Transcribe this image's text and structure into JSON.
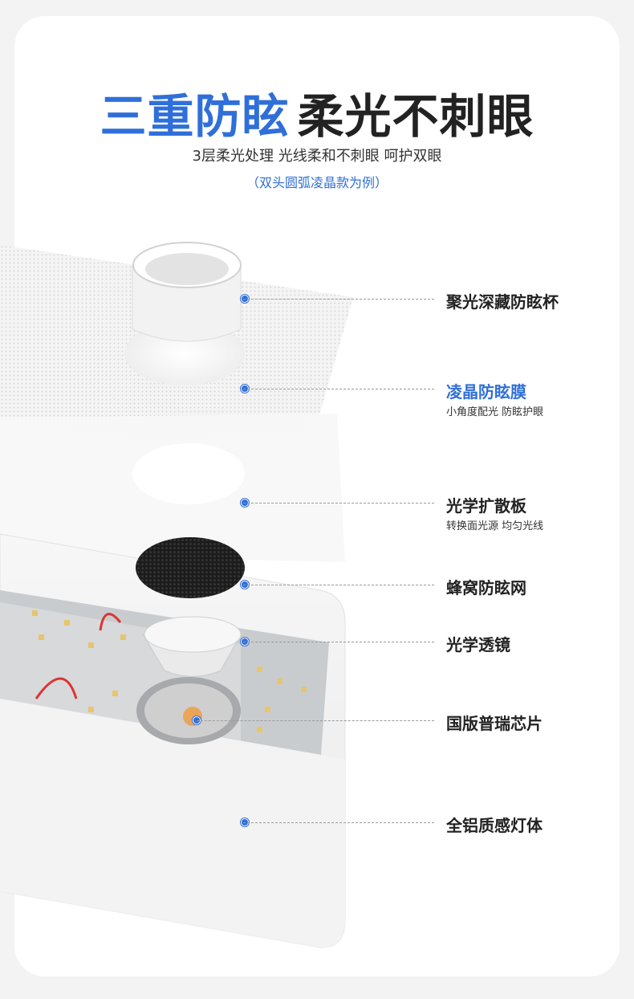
{
  "header": {
    "title_blue": "三重防眩",
    "title_dark": "柔光不刺眼",
    "subtitle": "3层柔光处理 光线柔和不刺眼 呵护双眼",
    "note": "（双头圆弧凌晶款为例）"
  },
  "callouts": [
    {
      "label": "聚光深藏防眩杯",
      "sub": "",
      "highlight": false
    },
    {
      "label": "凌晶防眩膜",
      "sub": "小角度配光 防眩护眼",
      "highlight": true
    },
    {
      "label": "光学扩散板",
      "sub": "转换面光源 均匀光线",
      "highlight": false
    },
    {
      "label": "蜂窝防眩网",
      "sub": "",
      "highlight": false
    },
    {
      "label": "光学透镜",
      "sub": "",
      "highlight": false
    },
    {
      "label": "国版普瑞芯片",
      "sub": "",
      "highlight": false
    },
    {
      "label": "全铝质感灯体",
      "sub": "",
      "highlight": false
    }
  ],
  "colors": {
    "accent": "#2f6fd9",
    "text": "#222222",
    "leader": "#9a9a9a"
  }
}
